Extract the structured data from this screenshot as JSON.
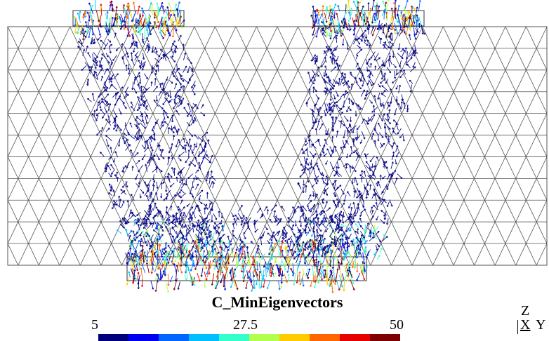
{
  "plot": {
    "title": "C_MinEigenvectors",
    "colorbar": {
      "min_label": "5",
      "mid_label": "27.5",
      "max_label": "50",
      "colors": [
        "#00007f",
        "#0000f0",
        "#0066ff",
        "#00bfff",
        "#33ffcc",
        "#b3ff4d",
        "#ffcc00",
        "#ff6600",
        "#e60000",
        "#7f0000"
      ]
    },
    "axes": {
      "z": "Z",
      "x": "X",
      "y": "Y"
    },
    "mesh_color": "#555555",
    "arrow_dominant_color": "#0a0a8a"
  }
}
